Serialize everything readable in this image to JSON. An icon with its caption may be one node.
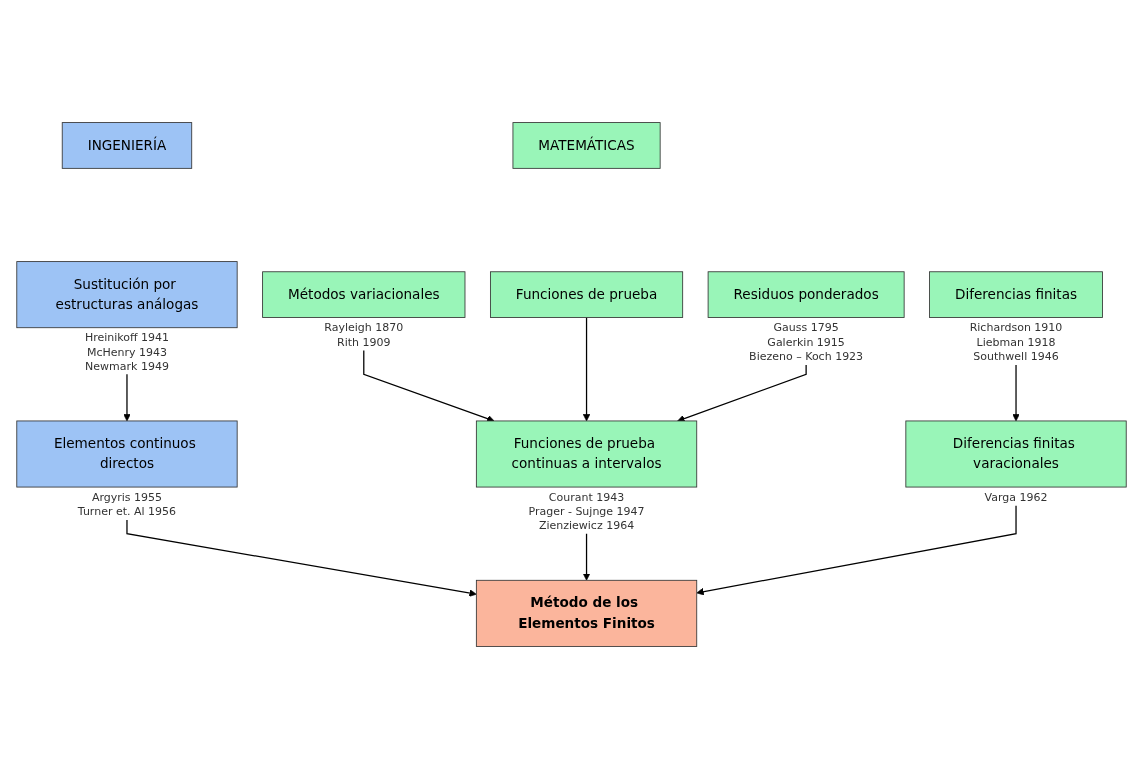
{
  "diagram": {
    "nodes": [
      {
        "text": [
          "INGENIERÍA"
        ]
      },
      {
        "text": [
          "MATEMÁTICAS"
        ]
      },
      {
        "text": [
          "Sustitución por estructuras análogas"
        ],
        "beside": [
          "Hreinikoff 1941",
          "McHenry 1943",
          "Newmark 1949"
        ]
      },
      {
        "text": [
          "Métodos variacionales"
        ],
        "beside": [
          "Rayleigh 1870",
          "Rith 1909"
        ]
      },
      {
        "text": [
          "Funciones de prueba"
        ]
      },
      {
        "text": [
          "Residuos ponderados"
        ],
        "beside": [
          "Gauss 1795",
          "Galerkin 1915",
          "Biezeno – Koch 1923"
        ]
      },
      {
        "text": [
          "Diferencias finitas"
        ],
        "beside": [
          "Richardson 1910",
          "Liebman 1918",
          "Southwell 1946"
        ]
      },
      {
        "text": [
          "Elementos continuos directos"
        ],
        "beside": [
          "Argyris 1955",
          "Turner et. Al 1956"
        ]
      },
      {
        "text": [
          "Funciones de prueba continuas a intervalos"
        ],
        "beside": [
          "Courant 1943",
          "Prager - Sujnge 1947",
          "Zienziewicz 1964"
        ]
      },
      {
        "text": [
          "Diferencias finitas varacionales"
        ],
        "beside": [
          "Varga 1962"
        ]
      },
      {
        "text": [
          "Método de los Elementos Finitos"
        ]
      }
    ],
    "edges": [
      {
        "from": 2,
        "to": 7,
        "arrow": "to"
      },
      {
        "from": 3,
        "to": 8,
        "arrow": "to"
      },
      {
        "from": 4,
        "to": 8,
        "arrow": "to"
      },
      {
        "from": 5,
        "to": 8,
        "arrow": "to"
      },
      {
        "from": 6,
        "to": 9,
        "arrow": "to"
      },
      {
        "from": 7,
        "to": 10,
        "arrow": "to"
      },
      {
        "from": 8,
        "to": 10,
        "arrow": "to"
      },
      {
        "from": 9,
        "to": 10,
        "arrow": "to"
      }
    ]
  }
}
